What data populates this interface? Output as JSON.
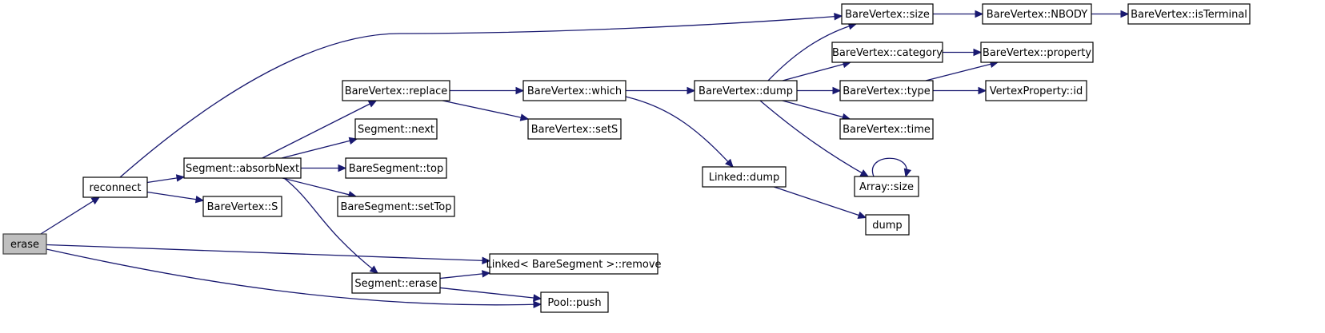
{
  "diagram": {
    "type": "call-graph",
    "colors": {
      "edge": "#191970",
      "node_border": "#000000",
      "node_fill": "#ffffff",
      "root_fill": "#bfbfbf"
    },
    "nodes": [
      {
        "id": "erase",
        "label": "erase",
        "root": true
      },
      {
        "id": "reconnect",
        "label": "reconnect"
      },
      {
        "id": "absorbNext",
        "label": "Segment::absorbNext"
      },
      {
        "id": "bvS",
        "label": "BareVertex::S"
      },
      {
        "id": "replace",
        "label": "BareVertex::replace"
      },
      {
        "id": "segNext",
        "label": "Segment::next"
      },
      {
        "id": "bsTop",
        "label": "BareSegment::top"
      },
      {
        "id": "bsSetTop",
        "label": "BareSegment::setTop"
      },
      {
        "id": "segErase",
        "label": "Segment::erase"
      },
      {
        "id": "linkedRemove",
        "label": "Linked< BareSegment >::remove"
      },
      {
        "id": "poolPush",
        "label": "Pool::push"
      },
      {
        "id": "which",
        "label": "BareVertex::which"
      },
      {
        "id": "setS",
        "label": "BareVertex::setS"
      },
      {
        "id": "bvDump",
        "label": "BareVertex::dump"
      },
      {
        "id": "linkedDump",
        "label": "Linked::dump"
      },
      {
        "id": "bvSize",
        "label": "BareVertex::size"
      },
      {
        "id": "category",
        "label": "BareVertex::category"
      },
      {
        "id": "bvType",
        "label": "BareVertex::type"
      },
      {
        "id": "bvTime",
        "label": "BareVertex::time"
      },
      {
        "id": "arraySize",
        "label": "Array::size"
      },
      {
        "id": "dump",
        "label": "dump"
      },
      {
        "id": "nbody",
        "label": "BareVertex::NBODY"
      },
      {
        "id": "isTerminal",
        "label": "BareVertex::isTerminal"
      },
      {
        "id": "property",
        "label": "BareVertex::property"
      },
      {
        "id": "vpId",
        "label": "VertexProperty::id"
      }
    ],
    "edges": [
      {
        "from": "erase",
        "to": "reconnect"
      },
      {
        "from": "erase",
        "to": "linkedRemove"
      },
      {
        "from": "erase",
        "to": "poolPush"
      },
      {
        "from": "reconnect",
        "to": "bvSize"
      },
      {
        "from": "reconnect",
        "to": "absorbNext"
      },
      {
        "from": "reconnect",
        "to": "bvS"
      },
      {
        "from": "absorbNext",
        "to": "replace"
      },
      {
        "from": "absorbNext",
        "to": "segNext"
      },
      {
        "from": "absorbNext",
        "to": "bsTop"
      },
      {
        "from": "absorbNext",
        "to": "bsSetTop"
      },
      {
        "from": "absorbNext",
        "to": "segErase"
      },
      {
        "from": "segErase",
        "to": "linkedRemove"
      },
      {
        "from": "segErase",
        "to": "poolPush"
      },
      {
        "from": "replace",
        "to": "which"
      },
      {
        "from": "replace",
        "to": "setS"
      },
      {
        "from": "which",
        "to": "bvDump"
      },
      {
        "from": "which",
        "to": "linkedDump"
      },
      {
        "from": "bvDump",
        "to": "bvSize"
      },
      {
        "from": "bvDump",
        "to": "category"
      },
      {
        "from": "bvDump",
        "to": "bvType"
      },
      {
        "from": "bvDump",
        "to": "bvTime"
      },
      {
        "from": "bvDump",
        "to": "arraySize"
      },
      {
        "from": "linkedDump",
        "to": "dump"
      },
      {
        "from": "bvSize",
        "to": "nbody"
      },
      {
        "from": "nbody",
        "to": "isTerminal"
      },
      {
        "from": "category",
        "to": "property"
      },
      {
        "from": "bvType",
        "to": "property"
      },
      {
        "from": "bvType",
        "to": "vpId"
      },
      {
        "from": "arraySize",
        "to": "arraySize"
      }
    ]
  }
}
